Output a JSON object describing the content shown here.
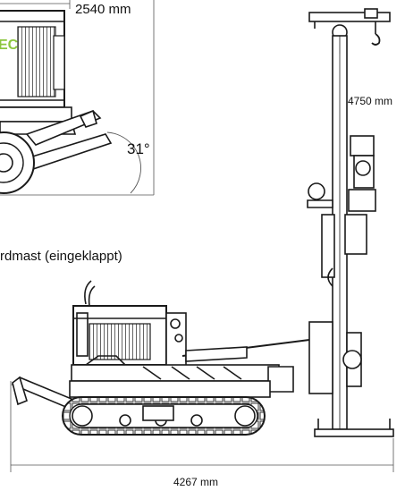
{
  "labels": {
    "top_dimension": "2540 mm",
    "mast_height": "4750 mm",
    "angle": "31°",
    "caption": "rdmast (eingeklappt)",
    "bottom_dimension": "4267 mm",
    "brand_fragment": "EC"
  },
  "colors": {
    "line": "#1a1a1a",
    "brand_green": "#8cc63f",
    "dim_line": "#555555"
  }
}
